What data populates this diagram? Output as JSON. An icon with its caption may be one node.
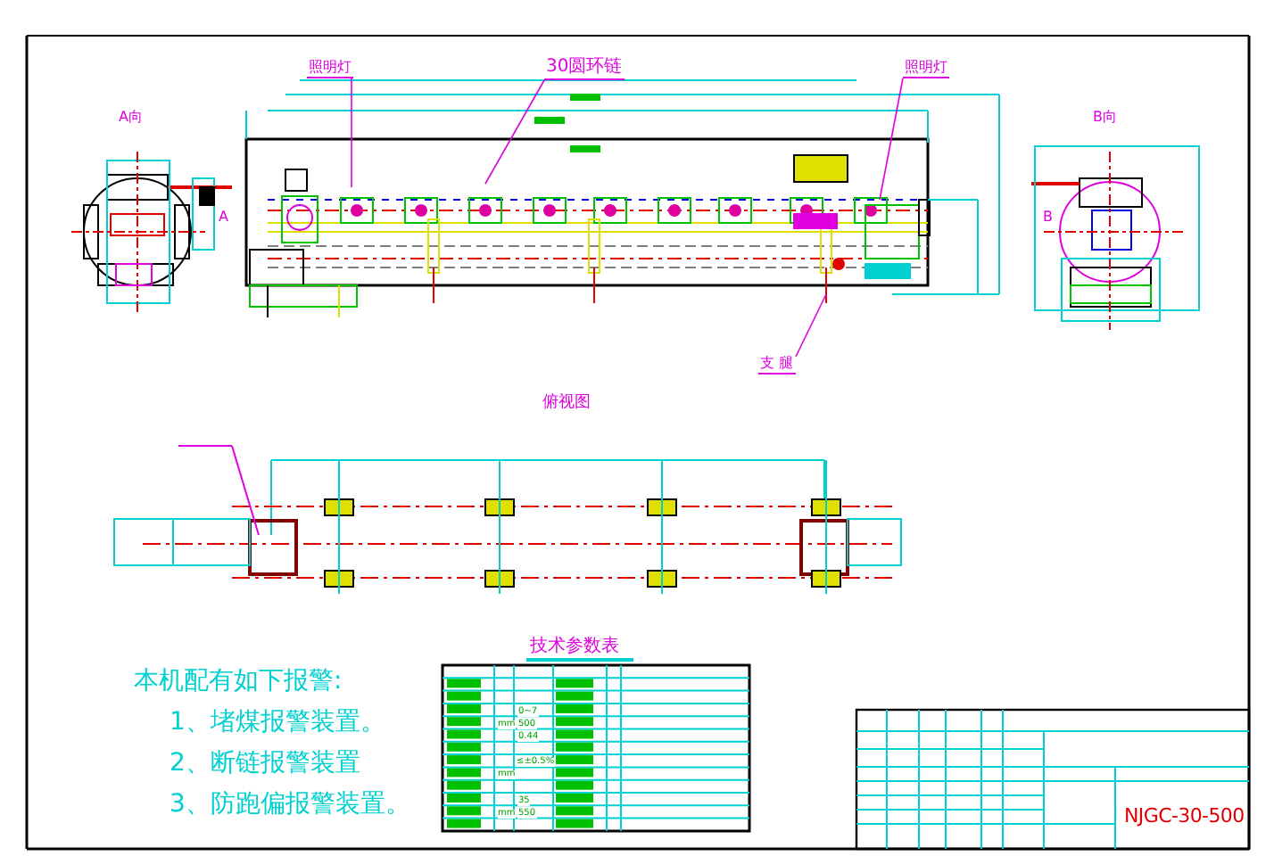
{
  "diagram": {
    "nodes": [
      {
        "text": [
          "照明灯"
        ]
      },
      {
        "text": [
          "30圆环链"
        ]
      },
      {
        "text": [
          "照明灯"
        ]
      },
      {
        "text": [
          "支 腿"
        ]
      }
    ],
    "edges": [
      {
        "from": 0,
        "to": null,
        "arrow": "none"
      },
      {
        "from": 1,
        "to": null,
        "arrow": "none"
      },
      {
        "from": 2,
        "to": null,
        "arrow": "none"
      },
      {
        "from": 3,
        "to": null,
        "arrow": "none"
      }
    ],
    "labels": [
      "A向",
      "A",
      "B向",
      "B",
      "俯视图",
      "本机配有如下报警:",
      "1、堵煤报警装置。",
      "2、断链报警装置",
      "3、防跑偏报警装置。",
      "技术参数表",
      "0~7",
      "mm",
      "500",
      "0.44",
      "≤±0.5%",
      "mm",
      "35",
      "mm",
      "550",
      "NJGC-30-500"
    ]
  }
}
